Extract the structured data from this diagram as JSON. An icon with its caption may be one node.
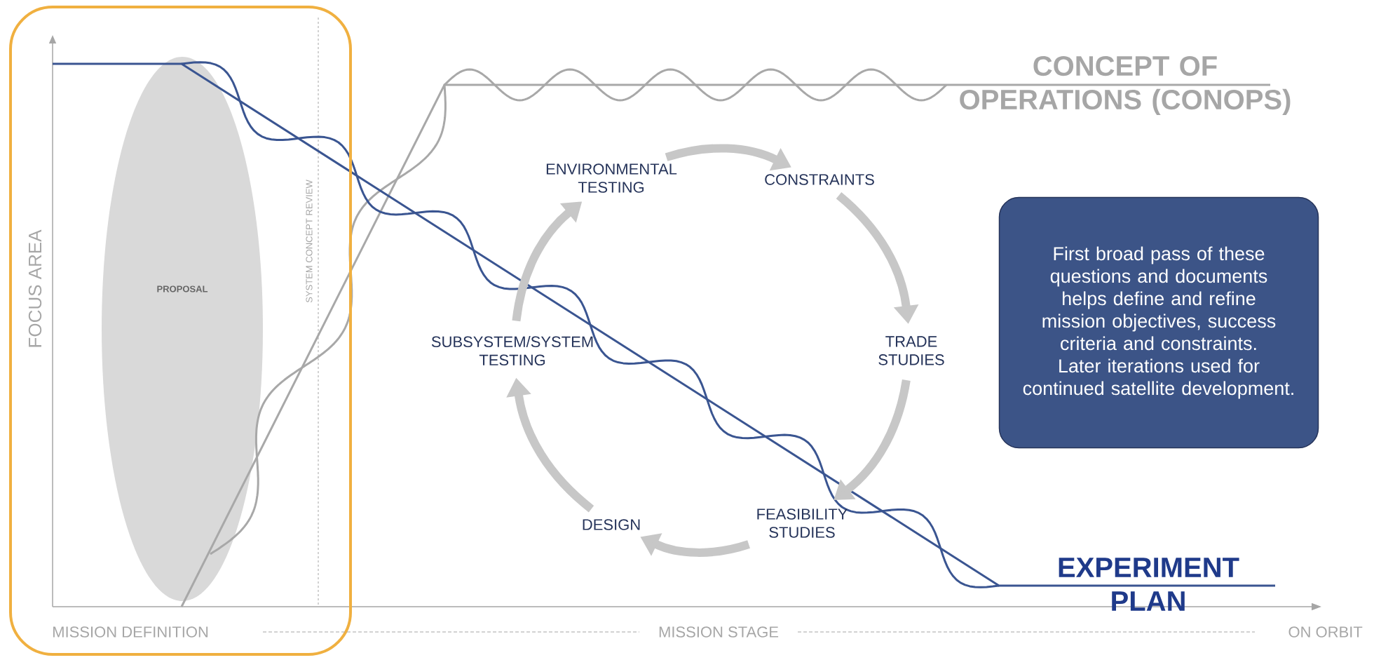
{
  "diagram": {
    "nodes": [
      {
        "text": [
          "PROPOSAL"
        ]
      },
      {
        "text": [
          "ENVIRONMENTAL TESTING"
        ]
      },
      {
        "text": [
          "CONSTRAINTS"
        ]
      },
      {
        "text": [
          "TRADE STUDIES"
        ]
      },
      {
        "text": [
          "SUBSYSTEM/SYSTEM TESTING"
        ]
      },
      {
        "text": [
          "DESIGN"
        ]
      },
      {
        "text": [
          "FEASIBILITY STUDIES"
        ]
      },
      {
        "text": [
          "First broad pass of these questions and documents helps define and refine mission objectives, success criteria and constraints. Later iterations used for continued satellite development."
        ]
      }
    ],
    "edges": [
      {
        "from": 1,
        "to": 2,
        "arrow": "to"
      },
      {
        "from": 2,
        "to": 3,
        "arrow": "to"
      },
      {
        "from": 3,
        "to": 6,
        "arrow": "to"
      },
      {
        "from": 6,
        "to": 5,
        "arrow": "to"
      },
      {
        "from": 5,
        "to": 4,
        "arrow": "to"
      },
      {
        "from": 4,
        "to": 1,
        "arrow": "to"
      }
    ],
    "labels": [
      "CONCEPT OF OPERATIONS (CONOPS)",
      "FOCUS AREA",
      "SYSTEM CONCEPT REVIEW",
      "EXPERIMENT PLAN",
      "MISSION DEFINITION",
      "MISSION STAGE",
      "ON ORBIT"
    ]
  }
}
